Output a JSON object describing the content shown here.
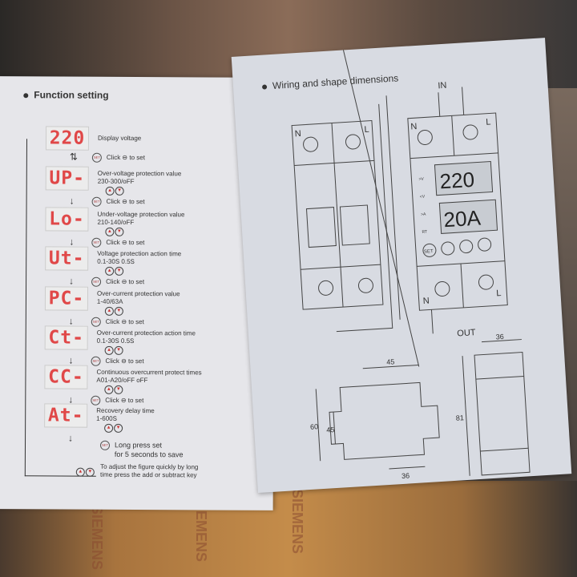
{
  "left_page": {
    "title": "Function setting",
    "steps": [
      {
        "display": "220",
        "desc": "Display voltage",
        "range": "",
        "click": "Click ⊖ to set"
      },
      {
        "display": "UP-",
        "desc": "Over-voltage protection value",
        "range": "230-300/oFF",
        "click": "Click ⊖ to set"
      },
      {
        "display": "Lo-",
        "desc": "Under-voltage protection value",
        "range": "210-140/oFF",
        "click": "Click ⊖ to set"
      },
      {
        "display": "Ut-",
        "desc": "Voltage protection action time",
        "range": "0.1-30S   0.5S",
        "click": "Click ⊖ to set"
      },
      {
        "display": "PC-",
        "desc": "Over-current protection value",
        "range": "1-40/63A",
        "click": "Click ⊖ to set"
      },
      {
        "display": "Ct-",
        "desc": "Over-current protection action time",
        "range": "0.1-30S   0.5S",
        "click": "Click ⊖ to set"
      },
      {
        "display": "CC-",
        "desc": "Continuous overcurrent protect times",
        "range": "A01-A20/oFF   oFF",
        "click": "Click ⊖ to set"
      },
      {
        "display": "At-",
        "desc": "Recovery delay time",
        "range": "1-600S",
        "click": ""
      }
    ],
    "save_note_1": "Long press set",
    "save_note_2": "for 5 seconds to save",
    "adjust_note_1": "To adjust the figure quickly by long",
    "adjust_note_2": "time press the add or subtract key"
  },
  "right_page": {
    "title": "Wiring and shape dimensions",
    "in_label": "IN",
    "out_label": "OUT",
    "n_label": "N",
    "l_label": "L",
    "display_voltage": "220",
    "display_current": "20A",
    "set_label": "SET",
    "indicators": [
      ">V",
      "<V",
      ">A",
      "RT"
    ],
    "dims": {
      "width_top": "45",
      "height_outer": "60",
      "height_inner": "45",
      "width_bottom": "36",
      "side_width": "36",
      "side_height": "81"
    }
  },
  "background": {
    "box_text": "SIEMENS"
  }
}
